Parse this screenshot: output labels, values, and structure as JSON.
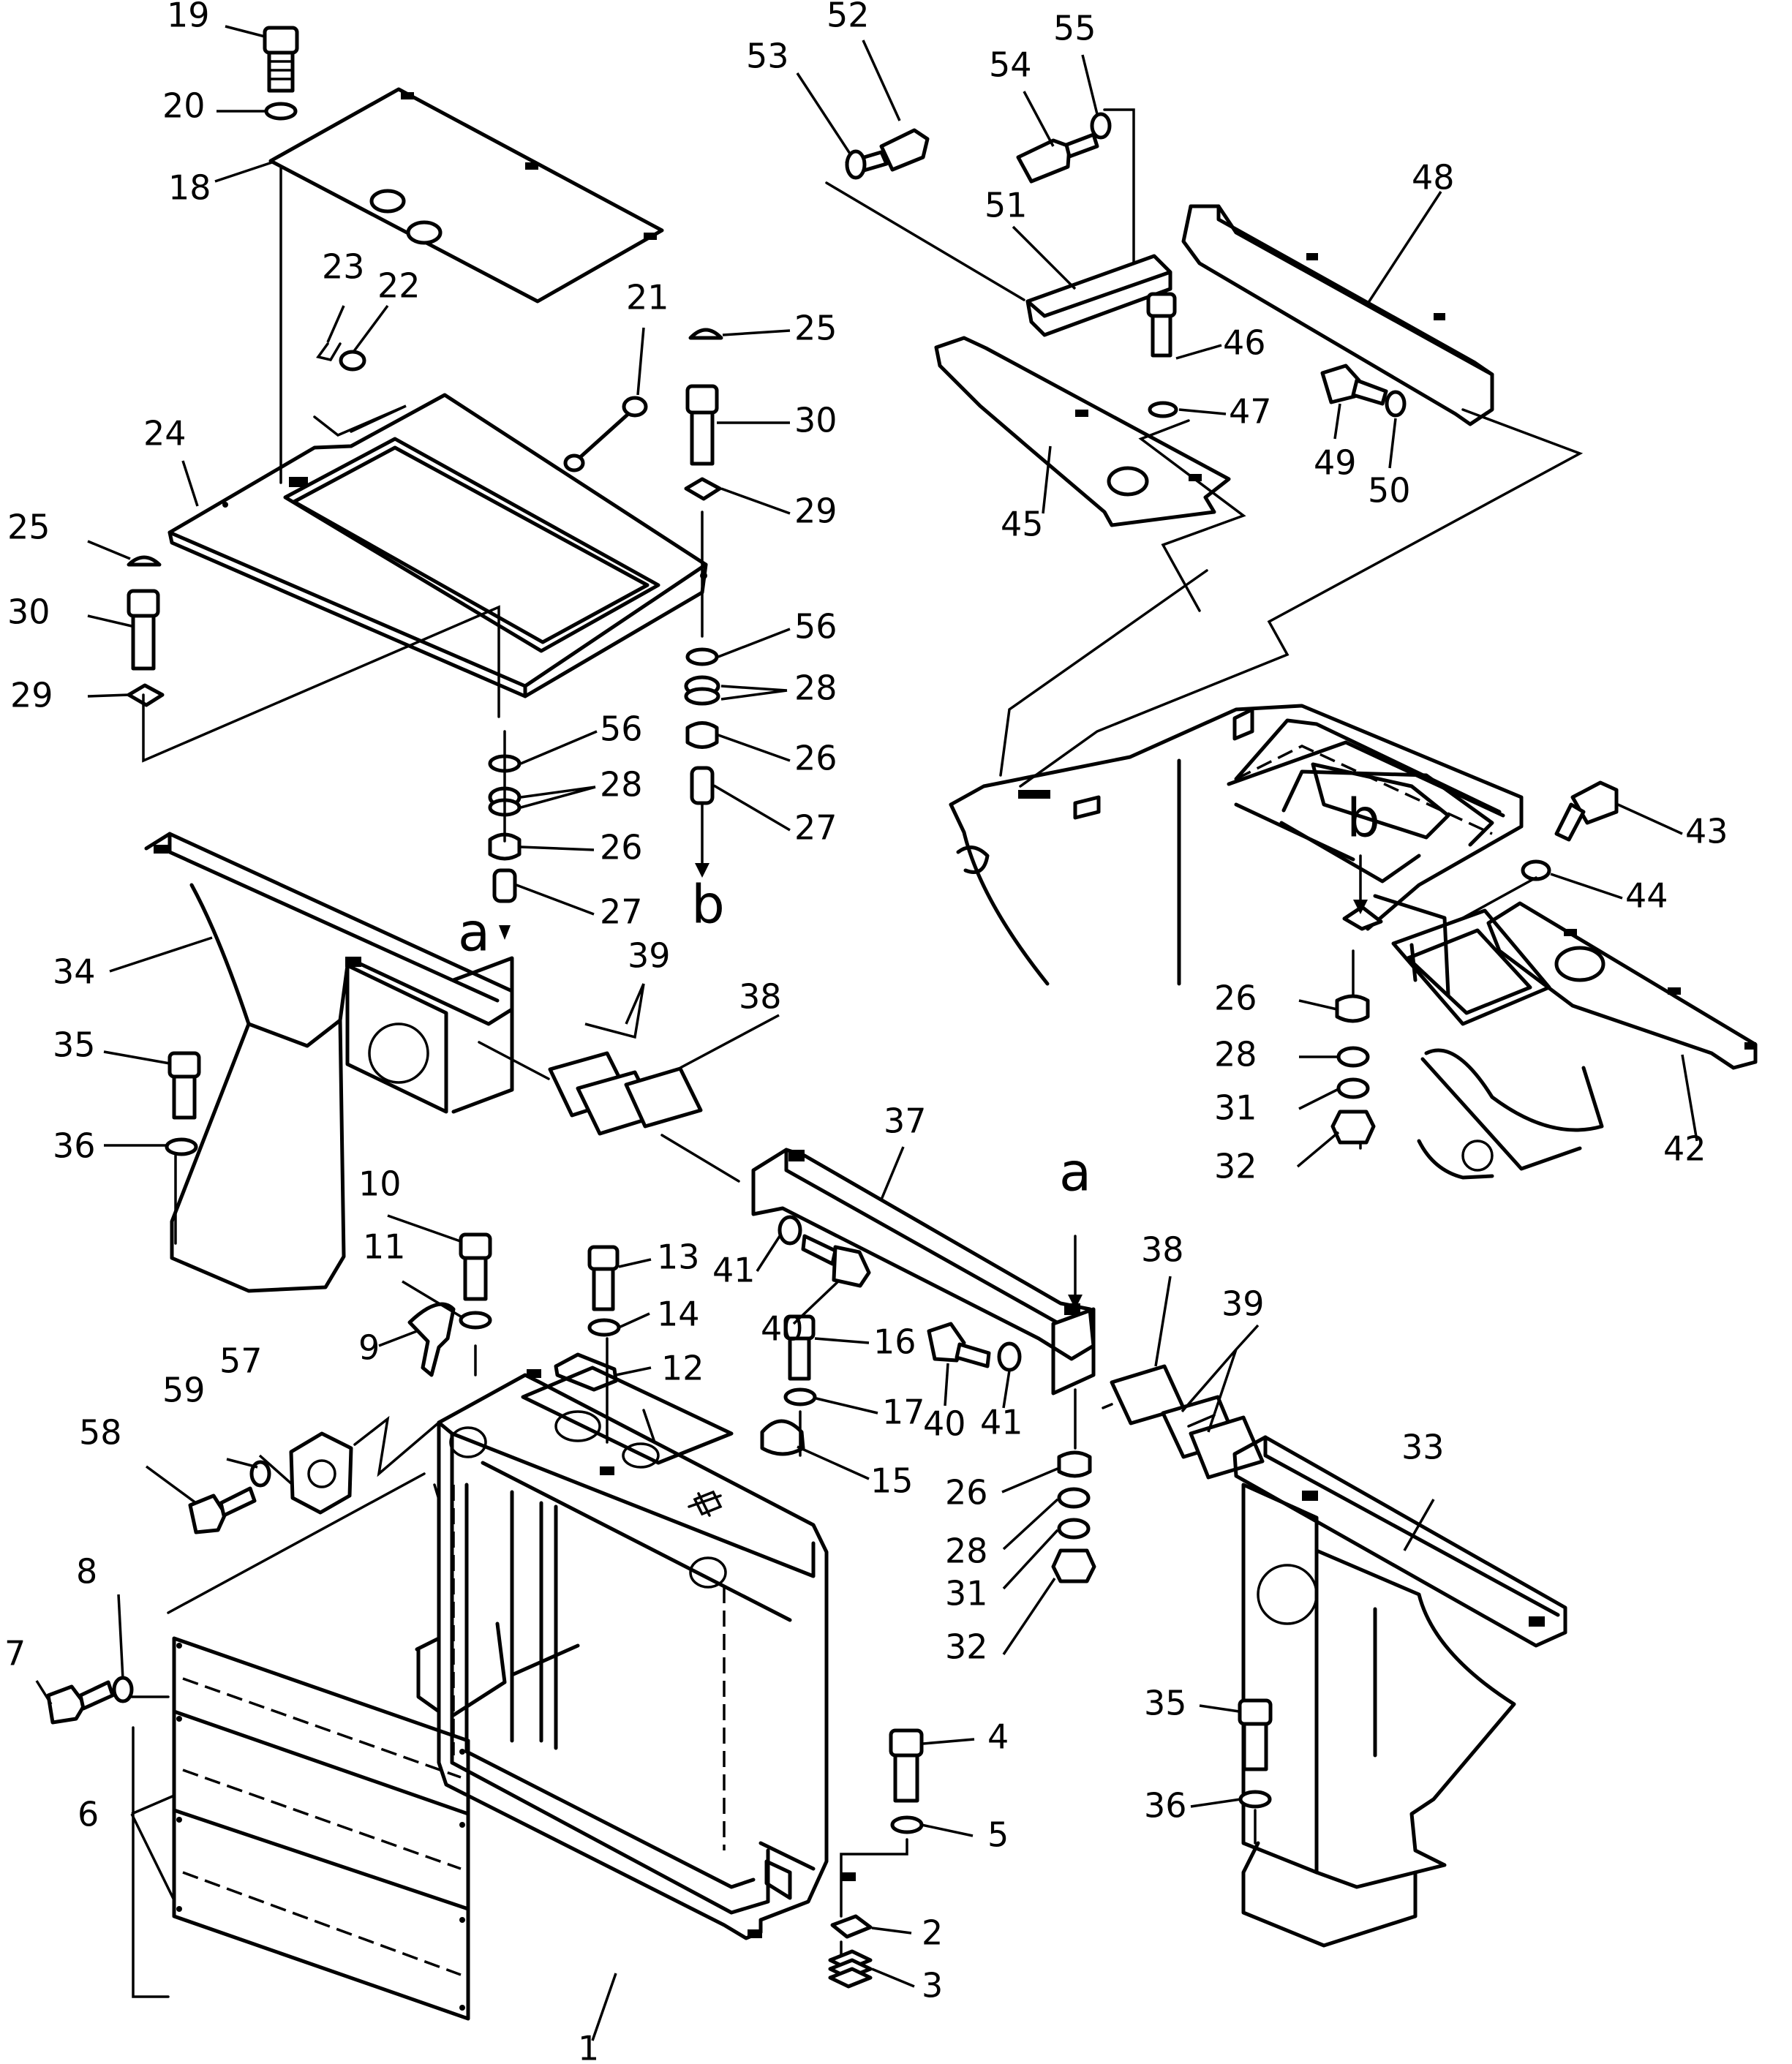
{
  "callouts": [
    {
      "label": "19"
    },
    {
      "label": "20"
    },
    {
      "label": "18"
    },
    {
      "label": "23"
    },
    {
      "label": "22"
    },
    {
      "label": "21"
    },
    {
      "label": "25"
    },
    {
      "label": "30"
    },
    {
      "label": "29"
    },
    {
      "label": "24"
    },
    {
      "label": "25"
    },
    {
      "label": "30"
    },
    {
      "label": "29"
    },
    {
      "label": "56"
    },
    {
      "label": "28"
    },
    {
      "label": "26"
    },
    {
      "label": "27"
    },
    {
      "label": "56"
    },
    {
      "label": "28"
    },
    {
      "label": "26"
    },
    {
      "label": "27"
    },
    {
      "label": "52"
    },
    {
      "label": "53"
    },
    {
      "label": "55"
    },
    {
      "label": "54"
    },
    {
      "label": "51"
    },
    {
      "label": "48"
    },
    {
      "label": "46"
    },
    {
      "label": "47"
    },
    {
      "label": "49"
    },
    {
      "label": "50"
    },
    {
      "label": "45"
    },
    {
      "label": "43"
    },
    {
      "label": "44"
    },
    {
      "label": "26"
    },
    {
      "label": "28"
    },
    {
      "label": "31"
    },
    {
      "label": "32"
    },
    {
      "label": "42"
    },
    {
      "label": "34"
    },
    {
      "label": "35"
    },
    {
      "label": "36"
    },
    {
      "label": "39"
    },
    {
      "label": "38"
    },
    {
      "label": "37"
    },
    {
      "label": "10"
    },
    {
      "label": "11"
    },
    {
      "label": "9"
    },
    {
      "label": "13"
    },
    {
      "label": "14"
    },
    {
      "label": "12"
    },
    {
      "label": "41"
    },
    {
      "label": "40"
    },
    {
      "label": "16"
    },
    {
      "label": "17"
    },
    {
      "label": "15"
    },
    {
      "label": "40"
    },
    {
      "label": "41"
    },
    {
      "label": "26"
    },
    {
      "label": "28"
    },
    {
      "label": "31"
    },
    {
      "label": "32"
    },
    {
      "label": "38"
    },
    {
      "label": "39"
    },
    {
      "label": "33"
    },
    {
      "label": "57"
    },
    {
      "label": "59"
    },
    {
      "label": "58"
    },
    {
      "label": "8"
    },
    {
      "label": "7"
    },
    {
      "label": "6"
    },
    {
      "label": "4"
    },
    {
      "label": "5"
    },
    {
      "label": "2"
    },
    {
      "label": "3"
    },
    {
      "label": "1"
    },
    {
      "label": "35"
    },
    {
      "label": "36"
    }
  ],
  "references": [
    {
      "label": "a"
    },
    {
      "label": "b"
    },
    {
      "label": "b"
    },
    {
      "label": "a"
    }
  ]
}
